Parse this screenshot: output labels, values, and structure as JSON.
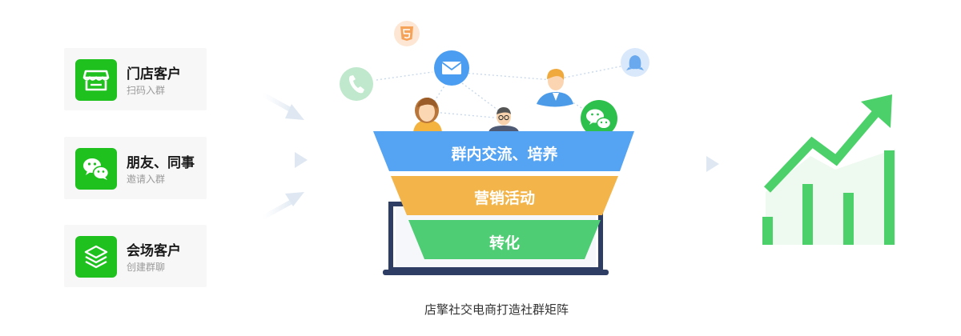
{
  "sources": [
    {
      "title": "门店客户",
      "subtitle": "扫码入群",
      "icon": "store-icon"
    },
    {
      "title": "朋友、同事",
      "subtitle": "邀请入群",
      "icon": "wechat-icon"
    },
    {
      "title": "会场客户",
      "subtitle": "创建群聊",
      "icon": "layers-icon"
    }
  ],
  "funnel": {
    "stages": [
      {
        "label": "群内交流、培养",
        "color": "#55a3f3"
      },
      {
        "label": "营销活动",
        "color": "#f3b54a"
      },
      {
        "label": "转化",
        "color": "#4fcd74"
      }
    ]
  },
  "floating_icons": [
    "html5-icon",
    "mail-icon",
    "phone-icon",
    "qq-icon",
    "wechat-icon",
    "woman-avatar",
    "man-avatar",
    "man-with-glasses-avatar"
  ],
  "growth": {
    "bar_levels": [
      0.3,
      0.64,
      0.55,
      1.0
    ],
    "accent": "#4cd16a"
  },
  "colors": {
    "brand_green": "#1fc11f"
  },
  "caption": "店擎社交电商打造社群矩阵"
}
